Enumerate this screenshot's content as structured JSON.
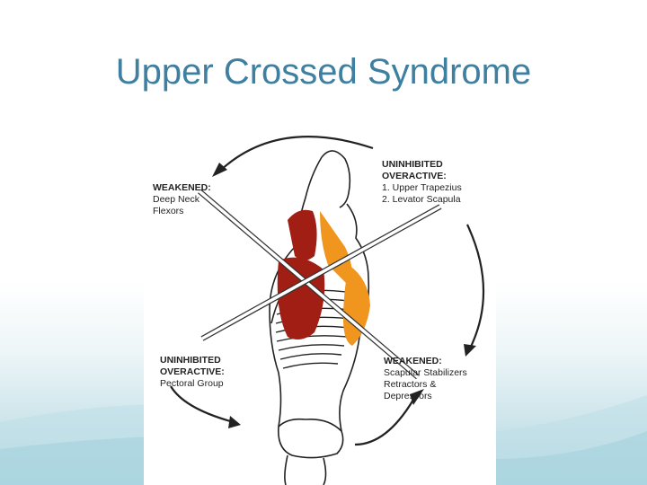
{
  "slide": {
    "title": "Upper Crossed Syndrome"
  },
  "labels": {
    "top_left": {
      "heading": "WEAKENED:",
      "lines": [
        "Deep Neck",
        "Flexors"
      ]
    },
    "top_right": {
      "heading_1": "UNINHIBITED",
      "heading_2": "OVERACTIVE:",
      "lines": [
        "1. Upper Trapezius",
        "2. Levator Scapula"
      ]
    },
    "bottom_left": {
      "heading_1": "UNINHIBITED",
      "heading_2": "OVERACTIVE:",
      "lines": [
        "Pectoral Group"
      ]
    },
    "bottom_right": {
      "heading": "WEAKENED:",
      "lines": [
        "Scapular Stabilizers",
        "Retractors &",
        "Depressors"
      ]
    }
  },
  "colors": {
    "title": "#3f7fa0",
    "overactive_muscle": "#a01e14",
    "weakened_muscle": "#f0961e",
    "background_accent": "#a9d3de"
  }
}
